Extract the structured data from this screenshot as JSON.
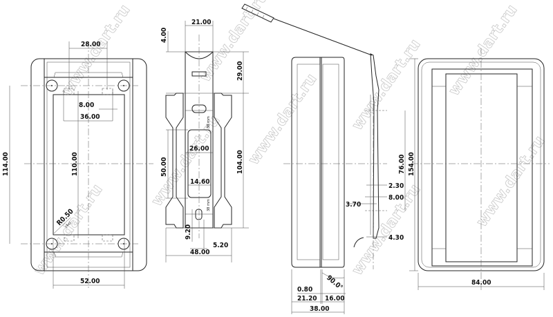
{
  "watermark": "www.dart.ru",
  "front_view": {
    "dims": {
      "top_holes": "28.00",
      "tab_width": "8.00",
      "tab_span": "36.00",
      "hole_vertical": "114.00",
      "window_height": "110.00",
      "hole_horizontal": "52.00",
      "radius": "R0.50",
      "radius_count": "(4x)"
    }
  },
  "clip_view": {
    "dims": {
      "top_width": "21.00",
      "top_offset": "4.00",
      "upper_height": "29.00",
      "clip_height": "104.00",
      "slot_height": "50.00",
      "slot_width": "26.00",
      "inner_width": "14.60",
      "hole_offset": "9.20",
      "hole_width": "5.20",
      "overall_width": "48.00",
      "note_upper": "38 mm",
      "note_lower": "38 mm"
    }
  },
  "side_view": {
    "dims": {
      "gap": "0.80",
      "front_depth": "21.20",
      "rear_depth": "16.00",
      "total_depth": "38.00",
      "angle": "90.0°",
      "rail_span": "76.00",
      "d1": "2.30",
      "d2": "8.00",
      "d3": "3.70",
      "d4": "4.30"
    }
  },
  "back_view": {
    "dims": {
      "height": "154.00",
      "width": "84.00"
    }
  }
}
